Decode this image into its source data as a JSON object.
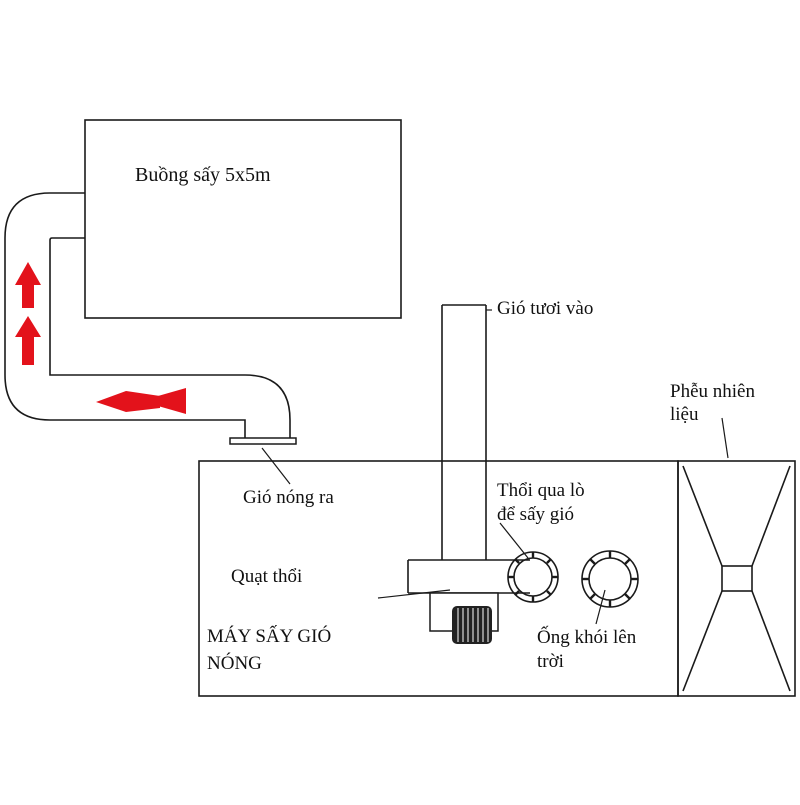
{
  "labels": {
    "drying_chamber": "Buồng sấy 5x5m",
    "fresh_air_in": "Gió tươi vào",
    "fuel_hopper_line1": "Phễu nhiên",
    "fuel_hopper_line2": "liệu",
    "hot_air_out": "Gió nóng ra",
    "blow_through_line1": "Thổi qua lò",
    "blow_through_line2": "để sấy gió",
    "blower_fan": "Quạt thổi",
    "machine_line1": "MÁY SẤY GIÓ",
    "machine_line2": "NÓNG",
    "chimney_line1": "Ống khói lên",
    "chimney_line2": "trời"
  },
  "colors": {
    "line": "#1a1a1a",
    "arrow": "#e3121b",
    "background": "#ffffff"
  }
}
